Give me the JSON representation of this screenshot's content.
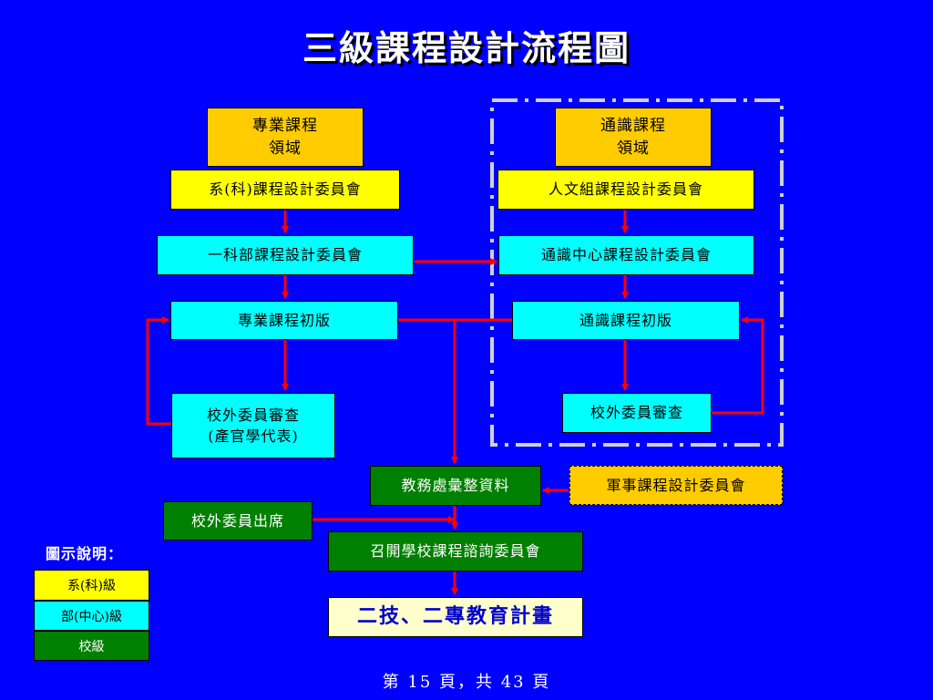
{
  "title": "三級課程設計流程圖",
  "nodes": {
    "prof_domain_line1": "專業課程",
    "prof_domain_line2": "領域",
    "gen_domain_line1": "通識課程",
    "gen_domain_line2": "領域",
    "dept_committee": "系(科)課程設計委員會",
    "humanities_committee": "人文組課程設計委員會",
    "division_committee": "一科部課程設計委員會",
    "gen_center_committee": "通識中心課程設計委員會",
    "prof_draft": "專業課程初版",
    "gen_draft": "通識課程初版",
    "prof_review_line1": "校外委員審查",
    "prof_review_line2": "(產官學代表)",
    "gen_review": "校外委員審查",
    "academic_affairs": "教務處彙整資料",
    "military_committee": "軍事課程設計委員會",
    "external_attend": "校外委員出席",
    "advisory_meeting": "召開學校課程諮詢委員會",
    "final_plan": "二技、二專教育計畫"
  },
  "legend": {
    "title": "圖示說明：",
    "items": [
      "系(科)級",
      "部(中心)級",
      "校級"
    ],
    "colors": [
      "#ffff00",
      "#00ffff",
      "#008000"
    ]
  },
  "footer": "第 15 頁，共 43 頁",
  "colors": {
    "background": "#0000ff",
    "arrow": "#ff0000",
    "dashed_frame": "#d0d0d0"
  }
}
